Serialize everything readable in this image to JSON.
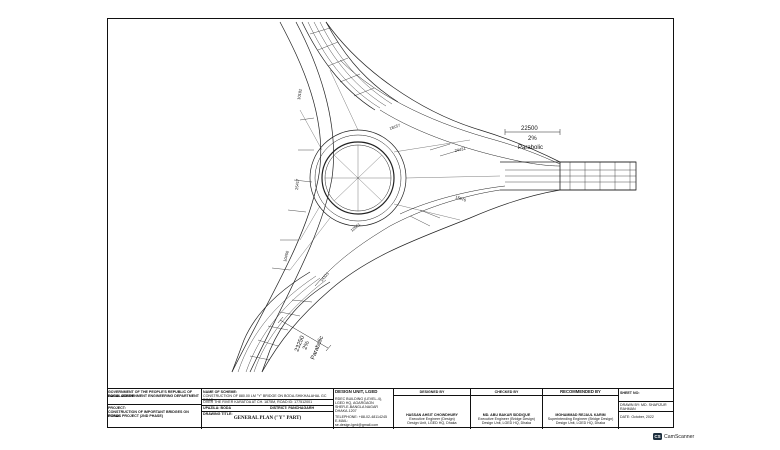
{
  "drawing": {
    "dimensions": {
      "right_width": "22500",
      "right_slope": "2%",
      "right_profile": "Parabolic",
      "bottom_width": "23250",
      "bottom_slope": "2%",
      "bottom_profile": "Parabolic",
      "chain_1": "10182",
      "chain_2": "25417",
      "chain_3": "10450",
      "chain_4": "18157",
      "chain_5": "24431",
      "chain_6": "15876",
      "chain_7": "12661",
      "chain_8": "14321"
    }
  },
  "title_block": {
    "authority": {
      "line1": "GOVERNMENT OF THE PEOPLE'S REPUBLIC OF BANGLADESH",
      "line2": "LOCAL GOVERNMENT ENGINEERING DEPARTMENT",
      "project_label": "PROJECT:",
      "project_line1": "CONSTRUCTION OF IMPORTANT BRIDGES ON RURAL",
      "project_line2": "ROADS PROJECT (2ND PHASE)"
    },
    "scheme": {
      "label": "NAME OF SCHEME:",
      "line1": "CONSTRUCTION OF 880.00 LM \"Y\" BRIDGE ON BODA-SHIKHALAHAL GC ROAD",
      "line2": "OVER THE RIVER KARATOA AT CH. 1875M, ROAD ID: 177512001",
      "upazila": "UPAZILA: BODA",
      "district": "DISTRICT: PANCHAGARH",
      "drawing_title_label": "DRAWING TITLE:",
      "drawing_title": "GENERAL PLAN (\"Y\" PART)"
    },
    "design_unit": {
      "title": "DESIGN UNIT, LGED",
      "line1": "RDEC BUILDING (LEVEL-4),",
      "line2": "LGED HQ, AGARGAON",
      "line3": "SHER-E-BANGLA NAGAR",
      "line4": "DHAKA-1207",
      "phone": "TELEPHONE: +88-02-48114245",
      "email": "E-MAIL: se.design.lged@gmail.com"
    },
    "designed_by": {
      "label": "DESIGNED BY",
      "name": "HASSAN AHSIT CHOWDHURY",
      "title": "Executive Engineer (Design)",
      "office": "Design Unit, LGED HQ, Dhaka"
    },
    "checked_by": {
      "label": "CHECKED BY",
      "name": "MD. ABU BAKAR SIDDIQUE",
      "title": "Executive Engineer (Bridge Design)",
      "office": "Design Unit, LGED HQ, Dhaka"
    },
    "recommended_by": {
      "label": "RECOMMENDED BY",
      "name": "MOHAMMAD REJAUL KARIM",
      "title": "Superintending Engineer (Bridge Design)",
      "office": "Design Unit, LGED HQ, Dhaka"
    },
    "sheet": {
      "sheet_no": "SHEET NO:",
      "drawn_by": "DRAWN BY: MD. SHAFIZUR RAHMAN",
      "date": "DATE: October, 2022"
    }
  },
  "watermark": {
    "icon_text": "CS",
    "label": "CamScanner"
  }
}
